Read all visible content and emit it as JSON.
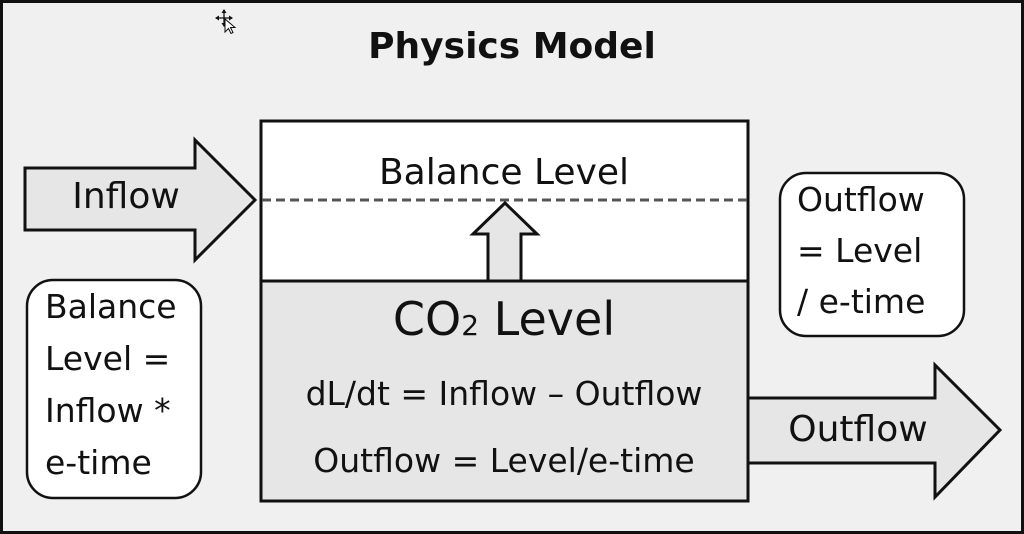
{
  "title": "Physics Model",
  "inflow_arrow": {
    "label": "Inflow"
  },
  "outflow_arrow": {
    "label": "Outflow"
  },
  "reservoir": {
    "balance_level_label": "Balance Level",
    "co2_level": {
      "prefix": "CO",
      "subscript": "2",
      "suffix": " Level"
    },
    "equations": [
      "dL/dt = Inflow – Outflow",
      "Outflow = Level/e-time"
    ]
  },
  "notes": {
    "balance_level": [
      "Balance",
      "Level =",
      "Inflow *",
      "e-time"
    ],
    "outflow": [
      "Outflow",
      "= Level",
      "/ e-time"
    ]
  },
  "colors": {
    "background": "#f0f0f0",
    "fill": "#e6e6e6",
    "stroke": "#111111",
    "dashed_line": "#555555"
  }
}
